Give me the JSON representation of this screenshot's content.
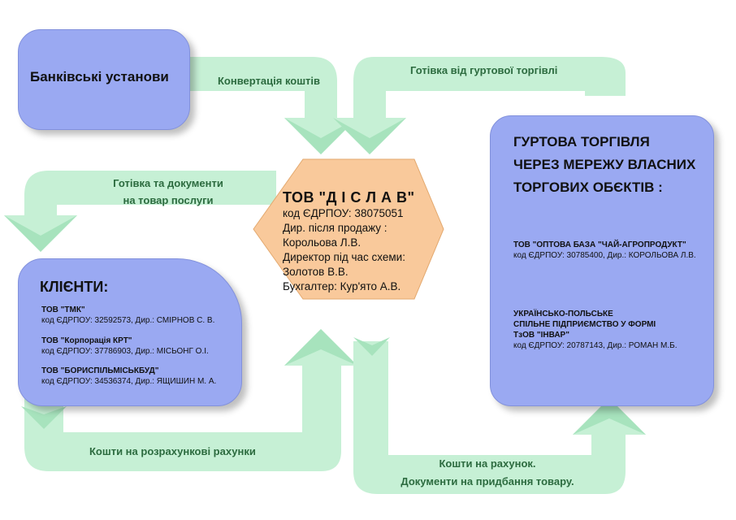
{
  "flows": {
    "conversion": "Конвертація коштів",
    "cash_from_wholesale": "Готівка  від гуртової торгівлі",
    "cash_docs_1": "Готівка та документи",
    "cash_docs_2": "на товар послуги",
    "settlement_accounts": "Кошти на розрахункові рахунки",
    "funds_to_account_1": "Кошти на рахунок.",
    "funds_to_account_2": "Документи на придбання товару."
  },
  "banks": {
    "title": "Банківські установи"
  },
  "center": {
    "title": "ТОВ \"Д І С Л А В\"",
    "lines": [
      "код ЄДРПОУ:  38075051",
      "Дир. після продажу :",
      "Корольова Л.В.",
      "Директор під час схеми:",
      "Золотов В.В.",
      "Бухгалтер: Кур'ято А.В."
    ]
  },
  "clients": {
    "title": "КЛІЄНТИ:",
    "items": [
      {
        "name": "ТОВ \"ТМК\"",
        "details": "код ЄДРПОУ: 32592573, Дир.: СМІРНОВ С. В."
      },
      {
        "name": "ТОВ \"Корпорація КРТ\"",
        "details": "код ЄДРПОУ: 37786903, Дир.: МІСЬОНГ  О.І."
      },
      {
        "name": "ТОВ  \"БОРИСПІЛЬМІСЬКБУД\"",
        "details": "код ЄДРПОУ: 34536374, Дир.: ЯЩИШИН М. А."
      }
    ]
  },
  "wholesale": {
    "title_lines": [
      "ГУРТОВА ТОРГІВЛЯ",
      "ЧЕРЕЗ МЕРЕЖУ ВЛАСНИХ",
      "ТОРГОВИХ ОБЄКТІВ :"
    ],
    "items": [
      {
        "name_lines": [
          "ТОВ \"ОПТОВА БАЗА \"ЧАЙ-АГРОПРОДУКТ\""
        ],
        "details": "код ЄДРПОУ: 30785400, Дир.: КОРОЛЬОВА Л.В."
      },
      {
        "name_lines": [
          "УКРАЇНСЬКО-ПОЛЬСЬКЕ",
          "СПІЛЬНЕ ПІДПРИЄМСТВО У ФОРМІ",
          "ТзОВ \"ІНВАР\""
        ],
        "details": "код ЄДРПОУ: 20787143, Дир.: РОМАН М.Б."
      }
    ]
  },
  "colors": {
    "flow": "#c6f0d5",
    "flow_dark": "#a7e3bd",
    "box": "#9aa9f2",
    "hexagon": "#f9c99b",
    "label": "#2c6b3f"
  }
}
